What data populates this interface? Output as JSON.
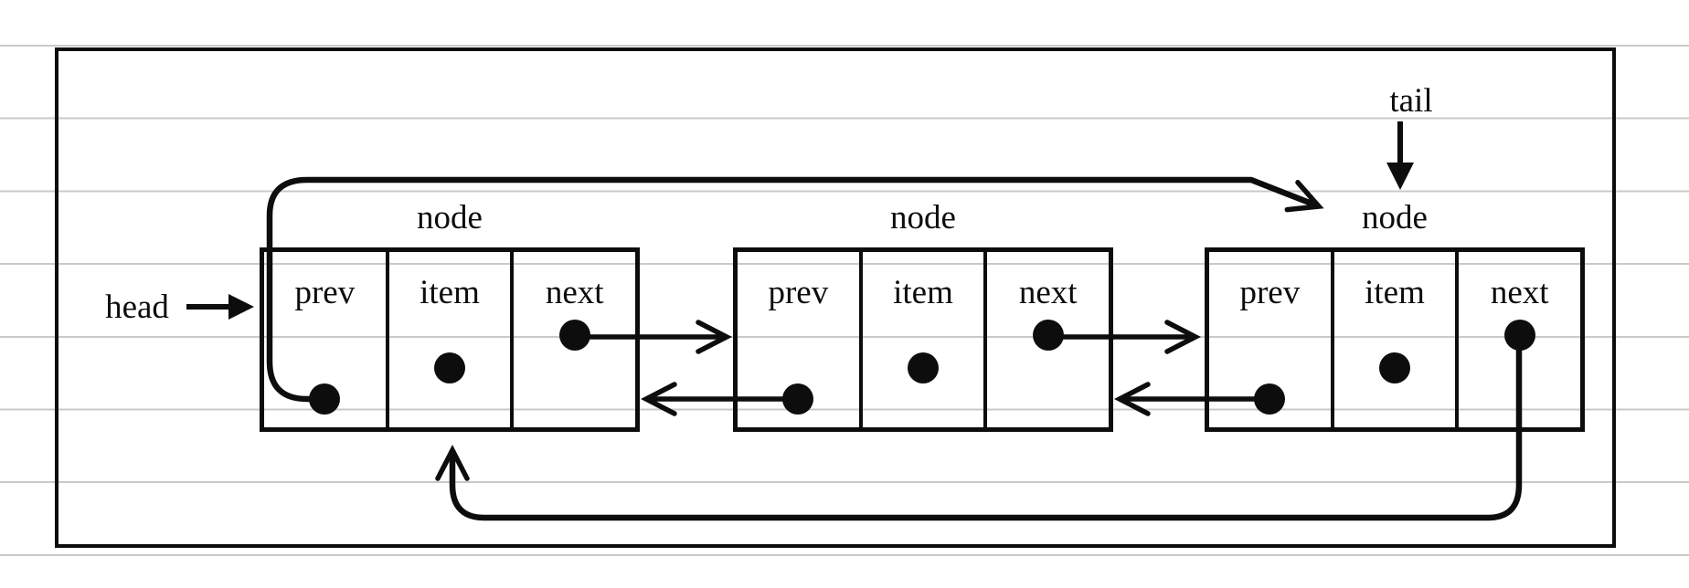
{
  "diagram": {
    "type": "circular-doubly-linked-list",
    "pointers": {
      "head": "head",
      "tail": "tail"
    },
    "nodes": [
      {
        "label": "node",
        "cells": [
          {
            "field": "prev",
            "label": "prev"
          },
          {
            "field": "item",
            "label": "item"
          },
          {
            "field": "next",
            "label": "next"
          }
        ]
      },
      {
        "label": "node",
        "cells": [
          {
            "field": "prev",
            "label": "prev"
          },
          {
            "field": "item",
            "label": "item"
          },
          {
            "field": "next",
            "label": "next"
          }
        ]
      },
      {
        "label": "node",
        "cells": [
          {
            "field": "prev",
            "label": "prev"
          },
          {
            "field": "item",
            "label": "item"
          },
          {
            "field": "next",
            "label": "next"
          }
        ]
      }
    ],
    "edges": [
      {
        "from": "head",
        "to": "node1",
        "type": "external-pointer"
      },
      {
        "from": "tail",
        "to": "node3",
        "type": "external-pointer"
      },
      {
        "from": "node1.next",
        "to": "node2",
        "type": "next-link"
      },
      {
        "from": "node2.next",
        "to": "node3",
        "type": "next-link"
      },
      {
        "from": "node2.prev",
        "to": "node1",
        "type": "prev-link"
      },
      {
        "from": "node3.prev",
        "to": "node2",
        "type": "prev-link"
      },
      {
        "from": "node1.prev",
        "to": "node3",
        "type": "prev-wrap-link"
      },
      {
        "from": "node3.next",
        "to": "node1",
        "type": "next-wrap-link"
      }
    ],
    "colors": {
      "stroke": "#0d0d0d",
      "ruled_line": "#c9c9c9",
      "background": "#ffffff"
    }
  }
}
